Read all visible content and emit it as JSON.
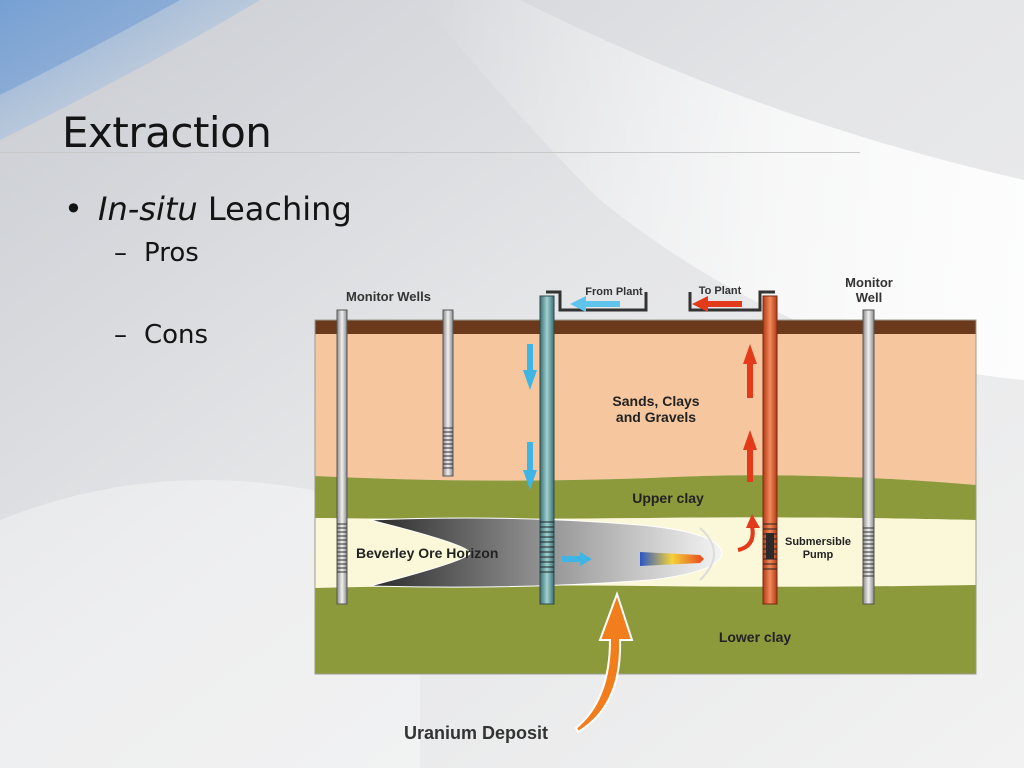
{
  "slide": {
    "title": "Extraction",
    "bullet": {
      "italic": "In-situ",
      "text": " Leaching"
    },
    "subbullets": [
      "Pros",
      "Cons"
    ]
  },
  "diagram": {
    "labels": {
      "monitor_wells": "Monitor Wells",
      "monitor_well_1": "Monitor",
      "monitor_well_2": "Well",
      "from_plant": "From Plant",
      "to_plant": "To Plant",
      "sands_1": "Sands, Clays",
      "sands_2": "and Gravels",
      "upper_clay": "Upper clay",
      "ore_horizon": "Beverley Ore Horizon",
      "pump_1": "Submersible",
      "pump_2": "Pump",
      "lower_clay": "Lower clay",
      "uranium_deposit": "Uranium Deposit"
    },
    "colors": {
      "topsoil": "#6b3a1c",
      "sand": "#f6c79e",
      "upper_clay": "#8c9a3c",
      "ore": "#fbf8d9",
      "lower_clay": "#8c9a3c",
      "injection_arrow": "#3fb5e6",
      "recovery_arrow": "#e23a1a",
      "deposit_arrow": "#f27d1d"
    }
  }
}
